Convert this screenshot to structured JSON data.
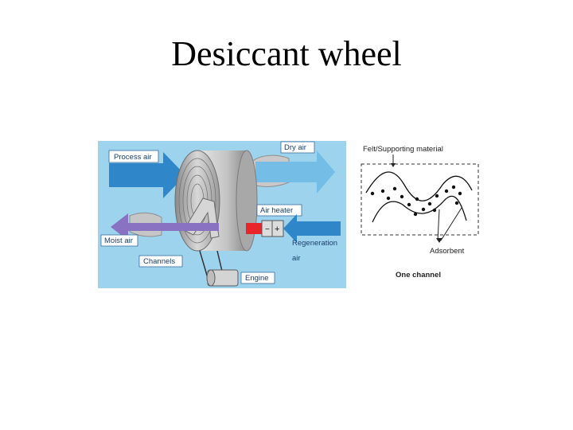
{
  "title": "Desiccant wheel",
  "wheel_diagram": {
    "labels": {
      "process_air": "Process air",
      "dry_air": "Dry air",
      "air_heater": "Air heater",
      "moist_air": "Moist air",
      "regeneration_air_line1": "Regeneration",
      "regeneration_air_line2": "air",
      "channels": "Channels",
      "engine": "Engine",
      "heater_minus": "−",
      "heater_plus": "+"
    },
    "colors": {
      "panel_bg": "#9ed3ee",
      "process_arrow": "#2f86c8",
      "dry_arrow": "#74bde6",
      "moist_arrow": "#8a72c2",
      "heater": "#e8262a",
      "wheel": "#bcbcbc"
    }
  },
  "channel_diagram": {
    "labels": {
      "felt_material": "Felt/Supporting material",
      "adsorbent": "Adsorbent",
      "one_channel": "One channel"
    }
  }
}
